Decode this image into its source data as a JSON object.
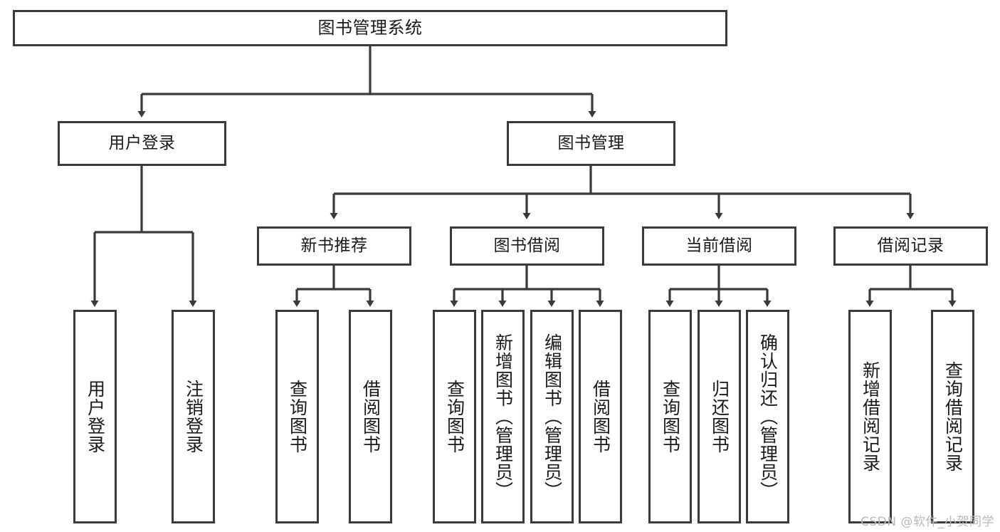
{
  "diagram": {
    "title": "图书管理系统",
    "type": "hierarchy-tree",
    "watermark": "CSDN @软件_小贺同学",
    "colors": {
      "background": "#ffffff",
      "border": "#3a3a3a",
      "text": "#1a1a1a",
      "watermark": "#b9b9b9"
    },
    "root": {
      "label": "图书管理系统"
    },
    "level2": [
      {
        "key": "user_login",
        "label": "用户登录"
      },
      {
        "key": "book_manage",
        "label": "图书管理"
      }
    ],
    "level3": [
      {
        "key": "new_book_rec",
        "label": "新书推荐"
      },
      {
        "key": "book_borrow",
        "label": "图书借阅"
      },
      {
        "key": "current_borrow",
        "label": "当前借阅"
      },
      {
        "key": "borrow_record",
        "label": "借阅记录"
      }
    ],
    "leaves": {
      "user_login": [
        {
          "label": "用户登录"
        },
        {
          "label": "注销登录"
        }
      ],
      "new_book_rec": [
        {
          "label": "查询图书"
        },
        {
          "label": "借阅图书"
        }
      ],
      "book_borrow": [
        {
          "label": "查询图书"
        },
        {
          "label": "新增图书（管理员）"
        },
        {
          "label": "编辑图书（管理员）"
        },
        {
          "label": "借阅图书"
        }
      ],
      "current_borrow": [
        {
          "label": "查询图书"
        },
        {
          "label": "归还图书"
        },
        {
          "label": "确认归还（管理员）"
        }
      ],
      "borrow_record": [
        {
          "label": "新增借阅记录"
        },
        {
          "label": "查询借阅记录"
        }
      ]
    }
  }
}
